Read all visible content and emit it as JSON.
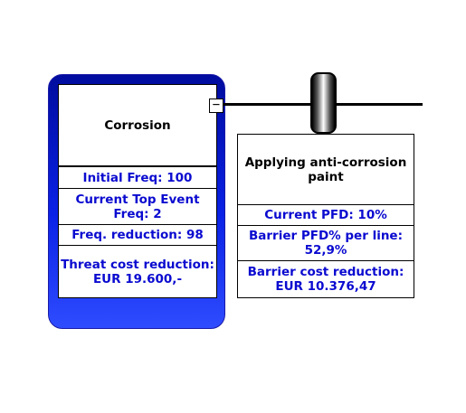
{
  "threat": {
    "title": "Corrosion",
    "initial_freq": "Initial Freq: 100",
    "current_top_event_freq": "Current Top Event Freq: 2",
    "freq_reduction": "Freq. reduction: 98",
    "threat_cost_reduction": "Threat cost reduction: EUR 19.600,-"
  },
  "collapse_symbol": "−",
  "barrier": {
    "title": "Applying anti-corrosion paint",
    "current_pfd": "Current PFD: 10%",
    "barrier_pfd_per_line": "Barrier PFD% per line: 52,9%",
    "barrier_cost_reduction": "Barrier cost reduction: EUR 10.376,47"
  },
  "colors": {
    "text_blue": "#0a0ad0",
    "threat_gradient_top": "#000c9e",
    "threat_gradient_bottom": "#2f4cff"
  }
}
